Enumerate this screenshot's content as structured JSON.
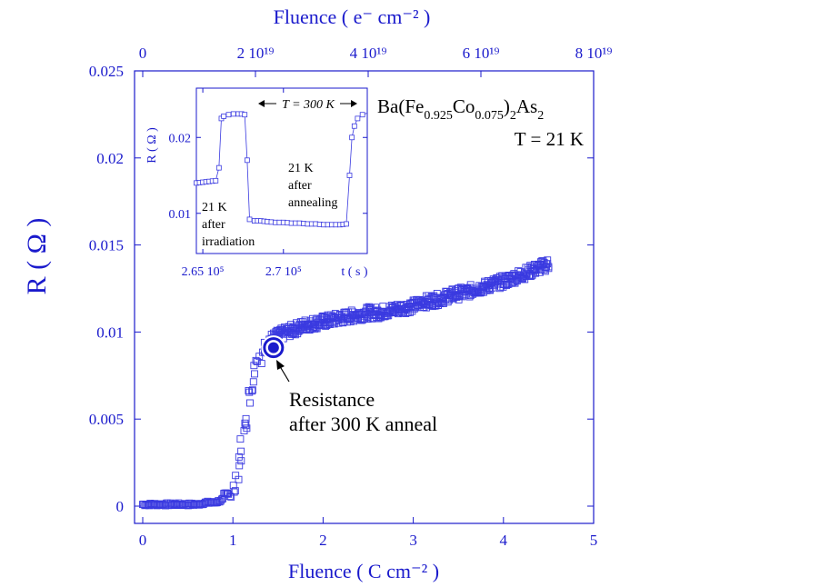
{
  "colors": {
    "axis": "#1a1acc",
    "marker": "#3a3ae0",
    "annotation": "#000000",
    "background": "#ffffff"
  },
  "chart_data": [
    {
      "type": "scatter",
      "title": "",
      "xlabel": "Fluence ( C cm⁻² )",
      "ylabel": "R ( Ω )",
      "x_secondary_label": "Fluence ( e⁻ cm⁻² )",
      "xlim": [
        0,
        5
      ],
      "ylim": [
        0,
        0.025
      ],
      "x_ticks": [
        "0",
        "1",
        "2",
        "3",
        "4",
        "5"
      ],
      "y_ticks": [
        "0",
        "0.005",
        "0.01",
        "0.015",
        "0.02",
        "0.025"
      ],
      "x_secondary_ticks": [
        {
          "label": "0",
          "at": 0
        },
        {
          "label": "2 10¹⁹",
          "at": 1.25
        },
        {
          "label": "4 10¹⁹",
          "at": 2.5
        },
        {
          "label": "6 10¹⁹",
          "at": 3.75
        },
        {
          "label": "8 10¹⁹",
          "at": 5.0
        }
      ],
      "marker": "open-square",
      "grid": false,
      "series": [
        {
          "x": [
            0.0,
            0.1,
            0.2,
            0.3,
            0.4,
            0.5,
            0.6,
            0.7,
            0.8,
            0.85,
            0.9,
            0.95,
            1.0,
            1.03,
            1.06,
            1.1,
            1.14,
            1.18,
            1.22,
            1.26,
            1.3,
            1.35,
            1.4,
            1.5,
            1.6,
            1.7,
            1.8,
            1.9,
            2.0,
            2.1,
            2.2,
            2.3,
            2.4,
            2.5,
            2.6,
            2.7,
            2.8,
            2.9,
            3.0,
            3.1,
            3.2,
            3.3,
            3.4,
            3.5,
            3.6,
            3.7,
            3.8,
            3.9,
            4.0,
            4.1,
            4.2,
            4.3,
            4.4,
            4.5
          ],
          "y": [
            0.0001,
            0.0001,
            0.0001,
            0.0001,
            0.0001,
            0.0001,
            0.0001,
            0.0002,
            0.0002,
            0.0003,
            0.0004,
            0.0006,
            0.001,
            0.0016,
            0.0025,
            0.0036,
            0.0048,
            0.006,
            0.0071,
            0.008,
            0.0087,
            0.0092,
            0.0095,
            0.0098,
            0.01,
            0.0102,
            0.0104,
            0.0105,
            0.0106,
            0.0107,
            0.0108,
            0.0109,
            0.011,
            0.0111,
            0.0111,
            0.0112,
            0.0113,
            0.0114,
            0.0115,
            0.0117,
            0.0118,
            0.0119,
            0.0121,
            0.0122,
            0.0123,
            0.0125,
            0.0126,
            0.0128,
            0.0129,
            0.0131,
            0.0133,
            0.0135,
            0.0137,
            0.0139
          ]
        }
      ],
      "highlight_point": {
        "x": 1.45,
        "y": 0.0091
      },
      "annotations": {
        "compound": "Ba(Fe0.925Co0.075)2As2",
        "temperature": "T = 21 K",
        "point_label_line1": "Resistance",
        "point_label_line2": "after 300 K anneal"
      }
    },
    {
      "type": "scatter",
      "title": "",
      "xlabel": "t ( s )",
      "ylabel": "R ( Ω )",
      "xlim": [
        264600,
        275200
      ],
      "ylim": [
        0.0047,
        0.0265
      ],
      "x_ticks": [
        {
          "label": "2.65 10⁵",
          "at": 265000
        },
        {
          "label": "2.7 10⁵",
          "at": 270000
        }
      ],
      "y_ticks": [
        {
          "label": "0.01",
          "at": 0.01
        },
        {
          "label": "0.02",
          "at": 0.02
        }
      ],
      "marker": "open-square",
      "series": [
        {
          "x": [
            264600,
            265000,
            265400,
            265800,
            266000,
            266150,
            266300,
            266600,
            266900,
            267200,
            267400,
            267600,
            267750,
            267900,
            268200,
            268600,
            269000,
            269500,
            270000,
            270500,
            271000,
            271500,
            272000,
            272500,
            273000,
            273500,
            273900,
            274100,
            274250,
            274400,
            274600,
            274900,
            275200
          ],
          "y": [
            0.014,
            0.0141,
            0.0142,
            0.0143,
            0.016,
            0.0225,
            0.0228,
            0.023,
            0.0231,
            0.0231,
            0.0231,
            0.023,
            0.017,
            0.0092,
            0.009,
            0.009,
            0.0089,
            0.0088,
            0.0088,
            0.0087,
            0.0087,
            0.0086,
            0.0086,
            0.0085,
            0.0085,
            0.0085,
            0.0086,
            0.015,
            0.02,
            0.0215,
            0.0225,
            0.023,
            0.0232
          ]
        }
      ],
      "annotations": {
        "temp_label": "T = 300 K",
        "left_label": [
          "21 K",
          "after",
          "irradiation"
        ],
        "right_label": [
          "21 K",
          "after",
          "annealing"
        ]
      }
    }
  ]
}
